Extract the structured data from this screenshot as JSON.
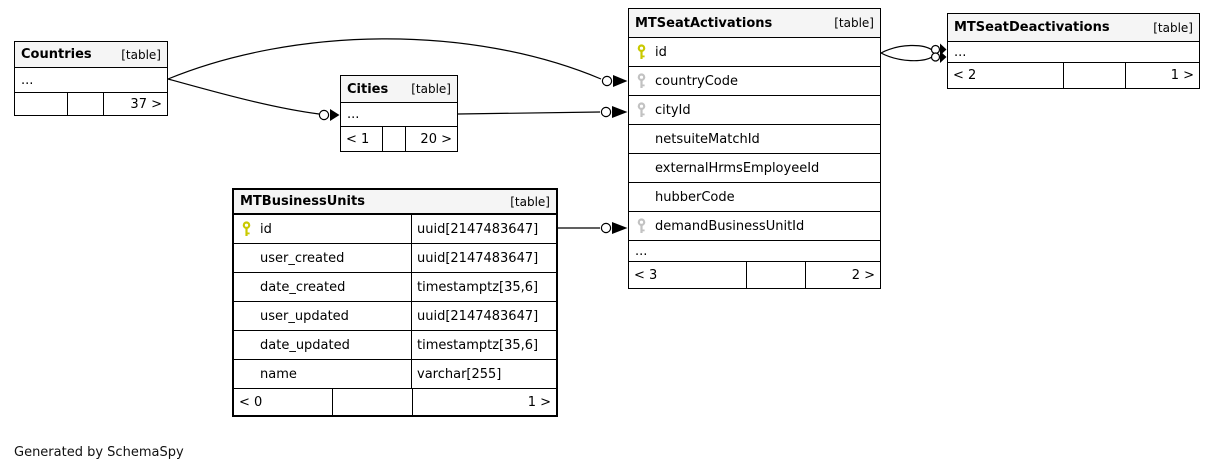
{
  "diagram": {
    "generator_note": "Generated by SchemaSpy",
    "colors": {
      "background": "#ffffff",
      "table_header_bg": "#f5f5f5",
      "table_border": "#000000",
      "primary_key_icon": "#c9c900",
      "foreign_key_icon": "#c2c2c2"
    },
    "tables": {
      "countries": {
        "title": "Countries",
        "tag": "[table]",
        "ellipsis": "...",
        "footer": [
          "",
          "",
          "37 >"
        ]
      },
      "cities": {
        "title": "Cities",
        "tag": "[table]",
        "ellipsis": "...",
        "footer": [
          "< 1",
          "",
          "20 >"
        ]
      },
      "business_units": {
        "title": "MTBusinessUnits",
        "tag": "[table]",
        "columns": [
          {
            "name": "id",
            "key": "primary",
            "type": "uuid[2147483647]"
          },
          {
            "name": "user_created",
            "key": "",
            "type": "uuid[2147483647]"
          },
          {
            "name": "date_created",
            "key": "",
            "type": "timestamptz[35,6]"
          },
          {
            "name": "user_updated",
            "key": "",
            "type": "uuid[2147483647]"
          },
          {
            "name": "date_updated",
            "key": "",
            "type": "timestamptz[35,6]"
          },
          {
            "name": "name",
            "key": "",
            "type": "varchar[255]"
          }
        ],
        "footer": [
          "< 0",
          "",
          "1 >"
        ]
      },
      "seat_activations": {
        "title": "MTSeatActivations",
        "tag": "[table]",
        "columns": [
          {
            "name": "id",
            "key": "primary"
          },
          {
            "name": "countryCode",
            "key": "foreign"
          },
          {
            "name": "cityId",
            "key": "foreign"
          },
          {
            "name": "netsuiteMatchId",
            "key": ""
          },
          {
            "name": "externalHrmsEmployeeId",
            "key": ""
          },
          {
            "name": "hubberCode",
            "key": ""
          },
          {
            "name": "demandBusinessUnitId",
            "key": "foreign"
          }
        ],
        "ellipsis": "...",
        "footer": [
          "< 3",
          "",
          "2 >"
        ]
      },
      "seat_deactivations": {
        "title": "MTSeatDeactivations",
        "tag": "[table]",
        "ellipsis": "...",
        "footer": [
          "< 2",
          "",
          "1 >"
        ]
      }
    },
    "relationships": [
      {
        "from": "Countries",
        "to": "MTSeatActivations.countryCode"
      },
      {
        "from": "Countries",
        "to": "Cities"
      },
      {
        "from": "Cities",
        "to": "MTSeatActivations.cityId"
      },
      {
        "from": "MTBusinessUnits.id",
        "to": "MTSeatActivations.demandBusinessUnitId"
      },
      {
        "from": "MTSeatActivations.id",
        "to": "MTSeatDeactivations",
        "count": 2
      }
    ]
  }
}
